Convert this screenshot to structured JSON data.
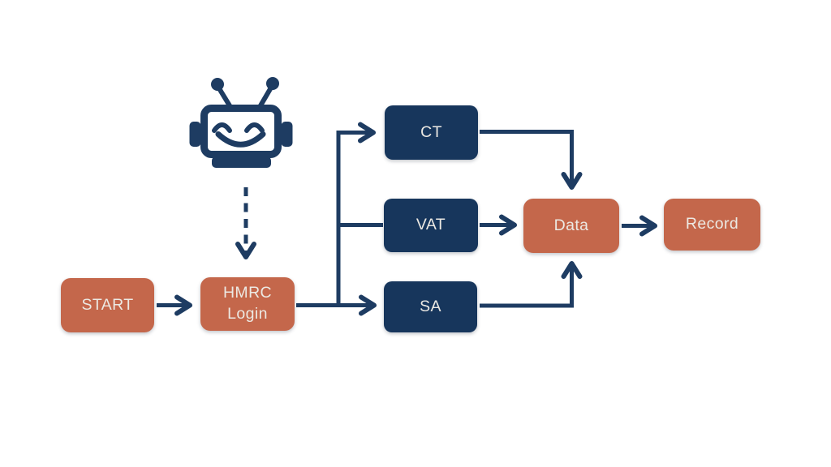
{
  "diagram": {
    "type": "flowchart",
    "background_color": "#FFFFFF",
    "colors": {
      "node_orange": "#C4674B",
      "node_navy": "#17365C",
      "connector_navy": "#1E3C62",
      "label_text": "#ECE9E3"
    },
    "icons": [
      {
        "name": "robot-icon",
        "description": "smiling robot head with two antennae, side ears and neck, navy outline"
      }
    ],
    "nodes": [
      {
        "id": "start",
        "label": "START",
        "color": "orange"
      },
      {
        "id": "hmrc-login",
        "label": "HMRC\nLogin",
        "color": "orange"
      },
      {
        "id": "ct",
        "label": "CT",
        "color": "navy"
      },
      {
        "id": "vat",
        "label": "VAT",
        "color": "navy"
      },
      {
        "id": "sa",
        "label": "SA",
        "color": "navy"
      },
      {
        "id": "data",
        "label": "Data",
        "color": "orange"
      },
      {
        "id": "record",
        "label": "Record",
        "color": "orange"
      }
    ],
    "edges": [
      {
        "from": "start",
        "to": "hmrc-login",
        "style": "solid",
        "arrowhead": true
      },
      {
        "from": "robot-icon",
        "to": "hmrc-login",
        "style": "dashed",
        "arrowhead": true
      },
      {
        "from": "hmrc-login",
        "to": "ct",
        "style": "solid",
        "arrowhead": true
      },
      {
        "from": "hmrc-login",
        "to": "vat",
        "style": "solid",
        "arrowhead": false
      },
      {
        "from": "hmrc-login",
        "to": "sa",
        "style": "solid",
        "arrowhead": true
      },
      {
        "from": "ct",
        "to": "data",
        "style": "solid",
        "arrowhead": true
      },
      {
        "from": "vat",
        "to": "data",
        "style": "solid",
        "arrowhead": true
      },
      {
        "from": "sa",
        "to": "data",
        "style": "solid",
        "arrowhead": true
      },
      {
        "from": "data",
        "to": "record",
        "style": "solid",
        "arrowhead": true
      }
    ]
  }
}
